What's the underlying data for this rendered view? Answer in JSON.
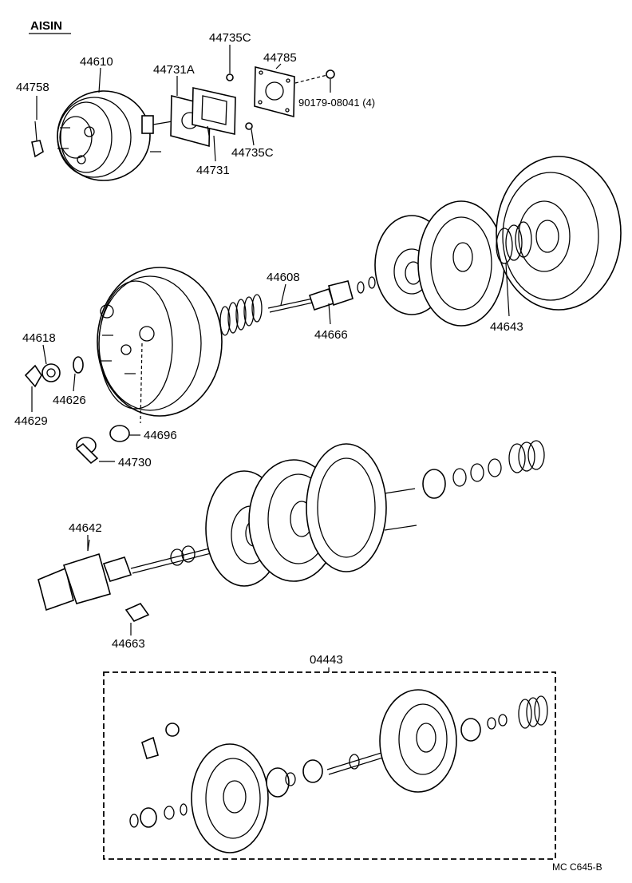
{
  "brand": "AISIN",
  "parts": {
    "p44758": "44758",
    "p44610": "44610",
    "p44731A": "44731A",
    "p44735C_top": "44735C",
    "p44785": "44785",
    "p90179": "90179-08041 (4)",
    "p44735C_bottom": "44735C",
    "p44731": "44731",
    "p44608": "44608",
    "p44666": "44666",
    "p44643": "44643",
    "p44618": "44618",
    "p44626": "44626",
    "p44629": "44629",
    "p44696": "44696",
    "p44730": "44730",
    "p44642": "44642",
    "p44663": "44663",
    "p04443": "04443"
  },
  "footer_code": "MC  C645-B"
}
